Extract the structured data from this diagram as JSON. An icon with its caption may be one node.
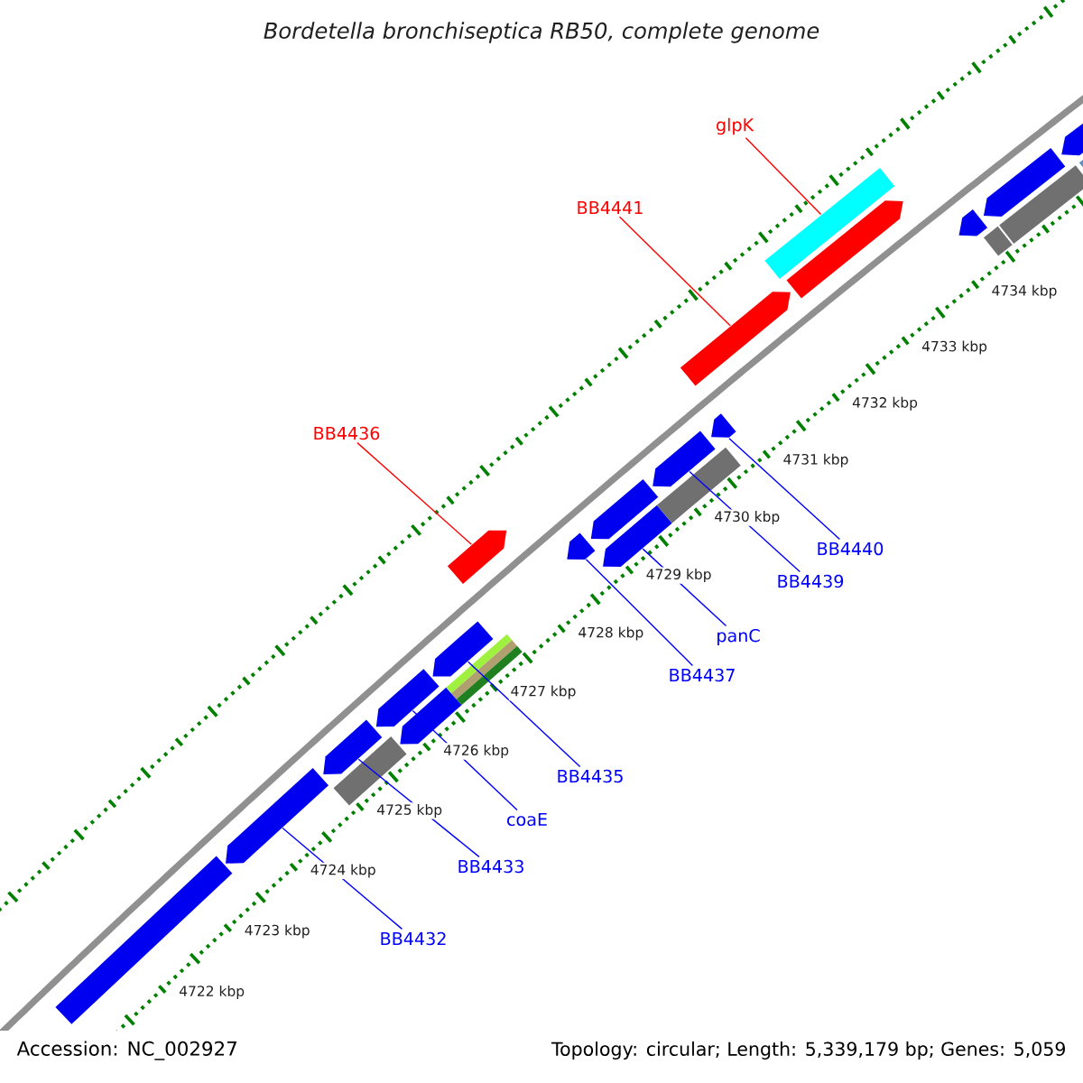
{
  "diagram": {
    "title": "Bordetella bronchiseptica RB50, complete genome",
    "nodes": [
      {
        "text": [
          "glpK"
        ]
      },
      {
        "text": [
          "BB4441"
        ]
      },
      {
        "text": [
          "BB4436"
        ]
      },
      {
        "text": [
          "BB4440"
        ]
      },
      {
        "text": [
          "BB4439"
        ]
      },
      {
        "text": [
          "panC"
        ]
      },
      {
        "text": [
          "BB4437"
        ]
      },
      {
        "text": [
          "BB4435"
        ]
      },
      {
        "text": [
          "coaE"
        ]
      },
      {
        "text": [
          "BB4433"
        ]
      },
      {
        "text": [
          "BB4432"
        ]
      },
      {
        "text": [],
        "shape": "bar"
      },
      {
        "text": [],
        "shape": "arrow"
      },
      {
        "text": [],
        "shape": "bar"
      },
      {
        "text": [],
        "shape": "arrow"
      },
      {
        "text": [],
        "shape": "arrow"
      },
      {
        "text": [],
        "shape": "arrow"
      },
      {
        "text": [],
        "shape": "arrow"
      },
      {
        "text": [],
        "shape": "bar"
      },
      {
        "text": [],
        "shape": "arrow"
      },
      {
        "text": [],
        "shape": "arrow"
      },
      {
        "text": [],
        "shape": "arrow"
      },
      {
        "text": [],
        "shape": "arrow"
      },
      {
        "text": [],
        "shape": "bar"
      },
      {
        "text": [],
        "shape": "arrow"
      },
      {
        "text": [],
        "shape": "arrow"
      },
      {
        "text": [],
        "shape": "arrow"
      },
      {
        "text": [],
        "shape": "bar"
      },
      {
        "text": [],
        "shape": "arrow"
      },
      {
        "text": [],
        "shape": "arrow"
      },
      {
        "text": [],
        "shape": "bar"
      },
      {
        "text": [],
        "shape": "arrow"
      },
      {
        "text": [],
        "shape": "bar"
      },
      {
        "text": [],
        "shape": "arrow"
      },
      {
        "text": [],
        "shape": "bar"
      }
    ],
    "edges": [
      {
        "from": 0,
        "to": 27,
        "arrow": "none",
        "color": "#ff0000"
      },
      {
        "from": 1,
        "to": 26,
        "arrow": "none",
        "color": "#ff0000"
      },
      {
        "from": 2,
        "to": 19,
        "arrow": "none",
        "color": "#ff0000"
      },
      {
        "from": 3,
        "to": 25,
        "arrow": "none"
      },
      {
        "from": 4,
        "to": 24,
        "arrow": "none"
      },
      {
        "from": 5,
        "to": 21,
        "arrow": "none"
      },
      {
        "from": 6,
        "to": 20,
        "arrow": "none"
      },
      {
        "from": 7,
        "to": 17,
        "arrow": "none"
      },
      {
        "from": 8,
        "to": 15,
        "arrow": "none"
      },
      {
        "from": 9,
        "to": 14,
        "arrow": "none"
      },
      {
        "from": 10,
        "to": 12,
        "arrow": "none"
      }
    ],
    "labels": [
      "4734 kbp",
      "4733 kbp",
      "4732 kbp",
      "4731 kbp",
      "4730 kbp",
      "4729 kbp",
      "4728 kbp",
      "4727 kbp",
      "4726 kbp",
      "4725 kbp",
      "4724 kbp",
      "4723 kbp",
      "4722 kbp",
      "Accession: NC_002927",
      "Topology: circular; Length: 5,339,179 bp; Genes: 5,059"
    ]
  }
}
